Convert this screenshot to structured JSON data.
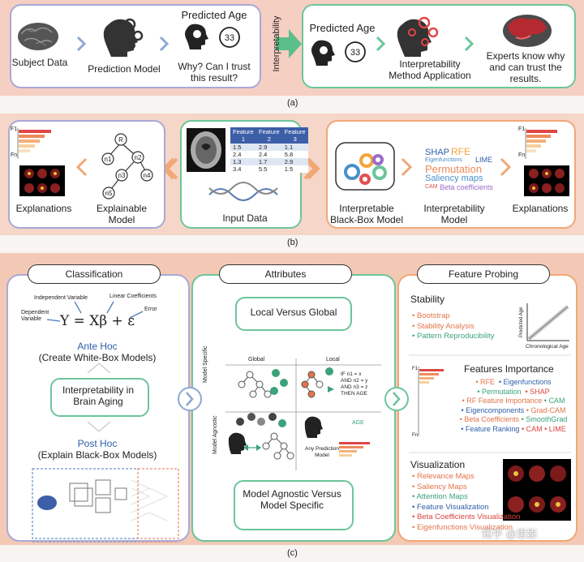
{
  "section_a": {
    "label": "(a)",
    "subject_data": "Subject Data",
    "prediction_model": "Prediction Model",
    "predicted_age_1": "Predicted Age",
    "age_value_1": "33",
    "question": "Why? Can I trust this result?",
    "interpretability": "Interpretability",
    "predicted_age_2": "Predicted Age",
    "age_value_2": "33",
    "method_application": "Interpretability Method Application",
    "experts": "Experts know why and can trust the results."
  },
  "section_b": {
    "label": "(b)",
    "explanations_left": "Explanations",
    "explainable_model": "Explainable Model",
    "input_data": "Input Data",
    "interpretable_black_box": "Interpretable Black-Box Model",
    "interpretability_model": "Interpretability Model",
    "explanations_right": "Explanations",
    "table_headers": [
      "Feature 1",
      "Feature 2",
      "Feature 3"
    ],
    "table_rows": [
      [
        "1.5",
        "2.9",
        "1.1"
      ],
      [
        "2.4",
        "2.4",
        "5.8"
      ],
      [
        "1.3",
        "1.7",
        "2.9"
      ],
      [
        "3.4",
        "5.5",
        "1.5"
      ]
    ],
    "tree_nodes": [
      "R",
      "n1",
      "n2",
      "n3",
      "n4",
      "n5"
    ],
    "word_cloud": [
      "SHAP",
      "RFE",
      "Eigenfunctions",
      "LIME",
      "Permutation",
      "Saliency maps",
      "CAM",
      "Beta coefficients"
    ],
    "f_labels_top": "F1",
    "f_labels_bottom": "Fn"
  },
  "section_c": {
    "label": "(c)",
    "classification": "Classification",
    "attributes": "Attributes",
    "feature_probing": "Feature Probing",
    "independent_variable": "Independent Variable",
    "linear_coefficients": "Linear Coefficients",
    "dependent_variable": "Dependent Variable",
    "error": "Error",
    "equation": "Y = Xβ + ε",
    "ante_hoc": "Ante Hoc",
    "ante_hoc_sub": "(Create White-Box Models)",
    "interpretability_brain_aging": "Interpretability in Brain Aging",
    "post_hoc": "Post Hoc",
    "post_hoc_sub": "(Explain Black-Box Models)",
    "local_vs_global": "Local Versus Global",
    "global": "Global",
    "local": "Local",
    "model_specific_side": "Model Specific",
    "model_agnostic_side": "Model Agnostic",
    "rule_lines": [
      "IF n1 = x",
      "AND n2 = y",
      "AND n3 = z",
      "THEN AGE"
    ],
    "age_tag": "AGE",
    "any_prediction_model": "Any Prediction Model",
    "model_agnostic_vs_specific": "Model Agnostic Versus Model Specific",
    "stability": "Stability",
    "stability_items": [
      "Bootstrap",
      "Stability Analysis",
      "Pattern Reproducibility"
    ],
    "predicted_age_axis": "Predicted Age",
    "chronological_age_axis": "Chronological Age",
    "features_importance": "Features Importance",
    "fi_rows": [
      [
        {
          "t": "RFE",
          "c": "orange"
        },
        {
          "t": "Eigenfunctions",
          "c": "blue"
        }
      ],
      [
        {
          "t": "Permutation",
          "c": "green"
        },
        {
          "t": "SHAP",
          "c": "red"
        }
      ],
      [
        {
          "t": "RF Feature Importance",
          "c": "orange"
        },
        {
          "t": "CAM",
          "c": "green"
        }
      ],
      [
        {
          "t": "Eigencomponents",
          "c": "blue"
        },
        {
          "t": "Grad-CAM",
          "c": "orange"
        }
      ],
      [
        {
          "t": "Beta Coefficients",
          "c": "orange"
        },
        {
          "t": "SmoothGrad",
          "c": "green"
        }
      ],
      [
        {
          "t": "Feature Ranking",
          "c": "blue"
        },
        {
          "t": "CAM",
          "c": "red"
        },
        {
          "t": "LIME",
          "c": "red"
        }
      ]
    ],
    "visualization": "Visualization",
    "viz_items": [
      {
        "t": "Relevance Maps",
        "c": "orange"
      },
      {
        "t": "Saliency Maps",
        "c": "orange"
      },
      {
        "t": "Attention Maps",
        "c": "green"
      },
      {
        "t": "Feature Visualization",
        "c": "blue"
      },
      {
        "t": "Beta Coefficients Visualization",
        "c": "red"
      },
      {
        "t": "Eigenfunctions Visualization",
        "c": "orange"
      }
    ],
    "watermark": "知乎 @思影"
  },
  "colors": {
    "blue_panel": "#a9a9d6",
    "green_panel": "#6cc59a",
    "orange_panel": "#f0a877",
    "band_a": "#f6cfc4",
    "band_b": "#f6d6c8",
    "band_c": "#f3c9b6"
  }
}
